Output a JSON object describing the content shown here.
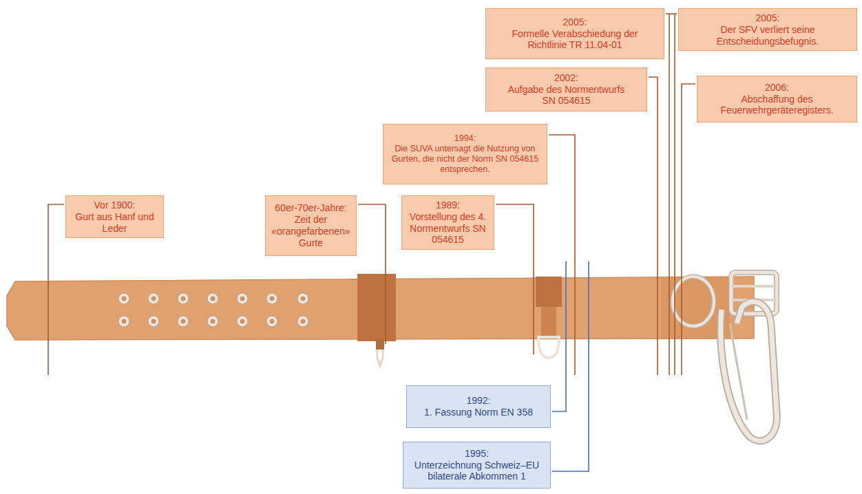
{
  "diagram": {
    "nodes": [
      {
        "text": [
          "2005:",
          "Formelle Verabschiedung der Richtlinie TR 11.04-01"
        ]
      },
      {
        "text": [
          "2005:",
          "Der SFV verliert seine Entscheidungsbefugnis."
        ]
      },
      {
        "text": [
          "2002:",
          "Aufgabe des Normentwurfs SN 054615"
        ]
      },
      {
        "text": [
          "2006:",
          "Abschaffung des Feuerwehrgeräteregisters."
        ]
      },
      {
        "text": [
          "1994:",
          "Die SUVA untersagt die Nutzung von Gurten, die nicht der Norm SN 054615 entsprechen."
        ]
      },
      {
        "text": [
          "Vor 1900:",
          "Gurt aus Hanf und Leder"
        ]
      },
      {
        "text": [
          "60er-70er-Jahre:",
          "Zeit der «orangefarbenen» Gurte"
        ]
      },
      {
        "text": [
          "1989:",
          "Vorstellung des 4. Normentwurfs SN 054615"
        ]
      },
      {
        "text": [
          "1992:",
          "1. Fassung Norm EN 358"
        ]
      },
      {
        "text": [
          "1995:",
          "Unterzeichnung Schweiz–EU bilaterale Abkommen 1"
        ]
      }
    ]
  }
}
